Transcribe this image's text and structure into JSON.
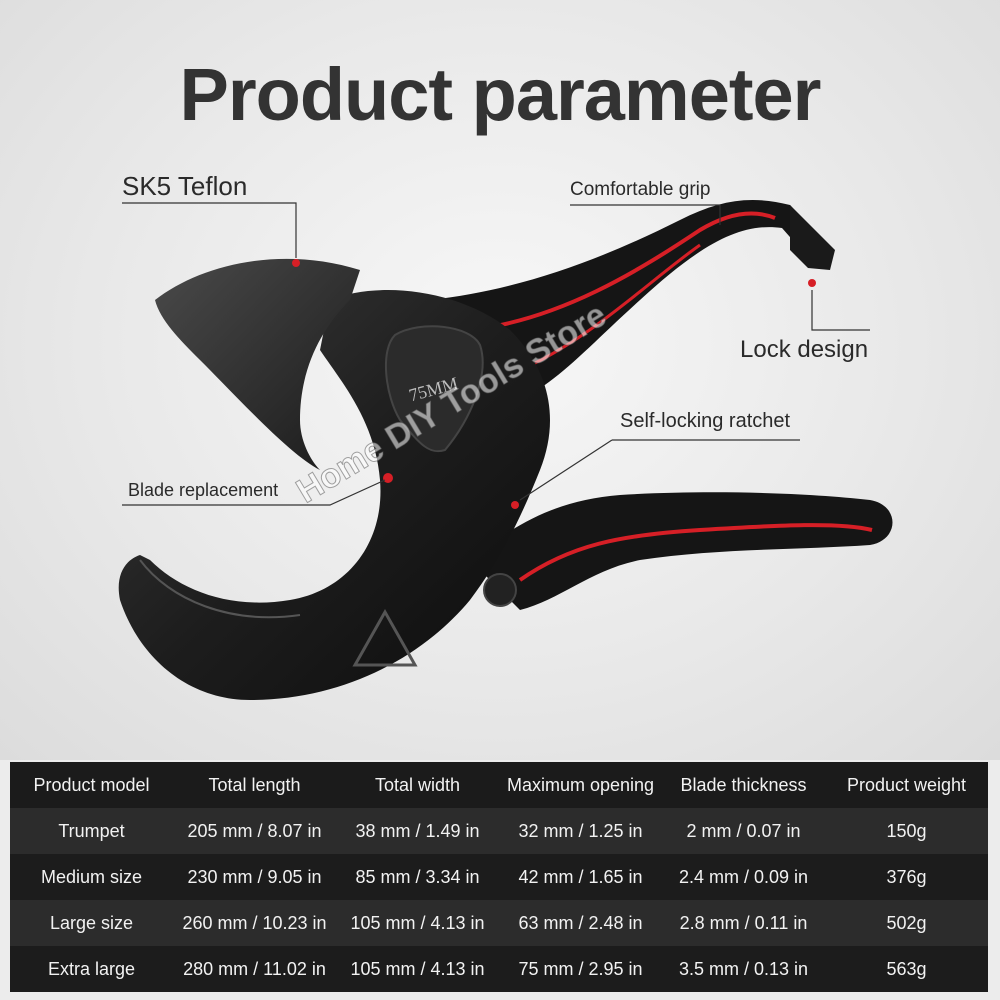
{
  "title": "Product parameter",
  "tool_label": "75MM",
  "watermark": "Home DIY Tools Store",
  "callouts": {
    "blade": "SK5 Teflon",
    "grip": "Comfortable grip",
    "lock": "Lock design",
    "ratchet": "Self-locking ratchet",
    "replacement": "Blade replacement"
  },
  "colors": {
    "accent": "#d61f26",
    "body": "#151515",
    "table_bg": "#111111"
  },
  "table": {
    "headers": [
      "Product model",
      "Total length",
      "Total width",
      "Maximum opening",
      "Blade thickness",
      "Product weight"
    ],
    "rows": [
      [
        "Trumpet",
        "205 mm / 8.07 in",
        "38 mm / 1.49 in",
        "32 mm / 1.25 in",
        "2 mm / 0.07 in",
        "150g"
      ],
      [
        "Medium size",
        "230 mm / 9.05 in",
        "85 mm / 3.34 in",
        "42 mm / 1.65 in",
        "2.4 mm / 0.09 in",
        "376g"
      ],
      [
        "Large size",
        "260 mm / 10.23 in",
        "105 mm / 4.13 in",
        "63 mm / 2.48 in",
        "2.8 mm / 0.11 in",
        "502g"
      ],
      [
        "Extra large",
        "280 mm / 11.02 in",
        "105 mm / 4.13 in",
        "75 mm / 2.95 in",
        "3.5 mm / 0.13 in",
        "563g"
      ]
    ]
  }
}
